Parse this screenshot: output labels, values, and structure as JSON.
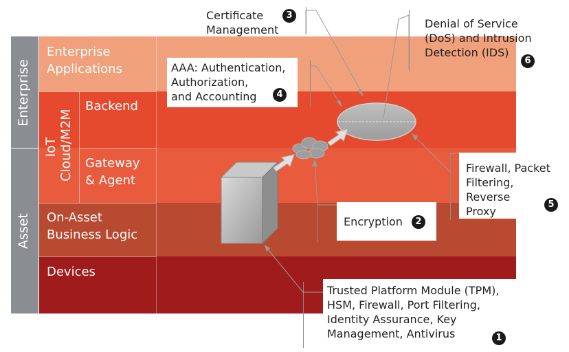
{
  "sidebar": {
    "enterprise_label": "Enterprise",
    "asset_label": "Asset",
    "iot_label": "IoT\nCloud/M2M"
  },
  "layers": {
    "enterprise_applications": "Enterprise\nApplications",
    "backend": "Backend",
    "gateway_agent": "Gateway\n& Agent",
    "on_asset": "On-Asset\nBusiness Logic",
    "devices": "Devices"
  },
  "callouts": [
    {
      "id": "tpm",
      "text": "Trusted Platform Module (TPM),\nHSM, Firewall, Port Filtering,\nIdentity Assurance, Key\nManagement, Antivirus",
      "number": "1"
    },
    {
      "id": "encryption",
      "text": "Encryption",
      "number": "2"
    },
    {
      "id": "certificate",
      "text": "Certificate\nManagement",
      "number": "3"
    },
    {
      "id": "aaa",
      "text": "AAA: Authentication,\nAuthorization,\nand Accounting",
      "number": "4"
    },
    {
      "id": "firewall",
      "text": "Firewall, Packet\nFiltering, Reverse\nProxy",
      "number": "5"
    },
    {
      "id": "dos",
      "text": "Denial of Service\n(DoS) and Intrusion\nDetection (IDS)",
      "number": "6"
    }
  ],
  "colors": {
    "enterprise_band": "#f0a07a",
    "backend_band": "#e64a2e",
    "gateway_band": "#e85b3c",
    "on_asset_band": "#b94a32",
    "devices_band": "#a01c1c",
    "sidebar": "#8a8d91",
    "shape_gray": "#a6a6a6"
  }
}
